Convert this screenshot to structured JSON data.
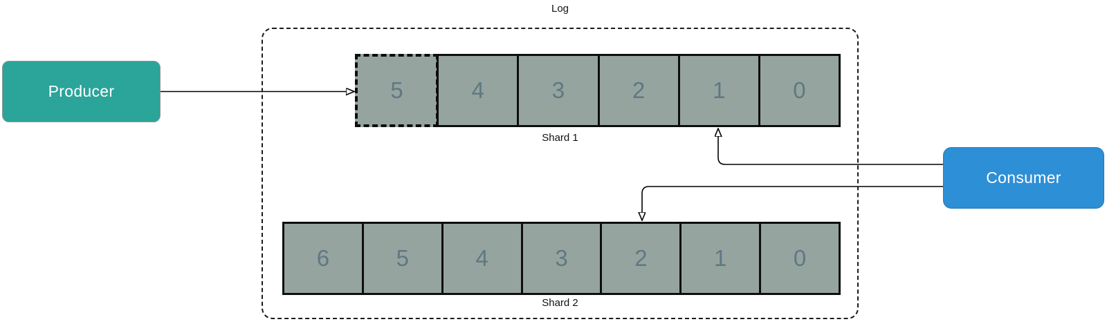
{
  "log": {
    "label": "Log",
    "shards": [
      {
        "label": "Shard 1",
        "cells": [
          "5",
          "4",
          "3",
          "2",
          "1",
          "0"
        ],
        "dashed_cell": "5"
      },
      {
        "label": "Shard 2",
        "cells": [
          "6",
          "5",
          "4",
          "3",
          "2",
          "1",
          "0"
        ]
      }
    ]
  },
  "nodes": {
    "producer": {
      "label": "Producer",
      "color": "#2ba49a"
    },
    "consumer": {
      "label": "Consumer",
      "color": "#2d8fd6"
    }
  },
  "arrows": [
    {
      "from": "producer",
      "to": "shard1-cell-5"
    },
    {
      "from": "consumer",
      "to": "shard1-cell-1"
    },
    {
      "from": "consumer",
      "to": "shard2-cell-2"
    }
  ],
  "colors": {
    "cell_fill": "#96a4a0",
    "cell_number": "#5f7881",
    "cell_border": "#0e0e0e",
    "producer_fill": "#2ba49a",
    "consumer_fill": "#2d8fd6",
    "node_text": "#ffffff",
    "label_text": "#111111",
    "arrow": "#000000"
  }
}
